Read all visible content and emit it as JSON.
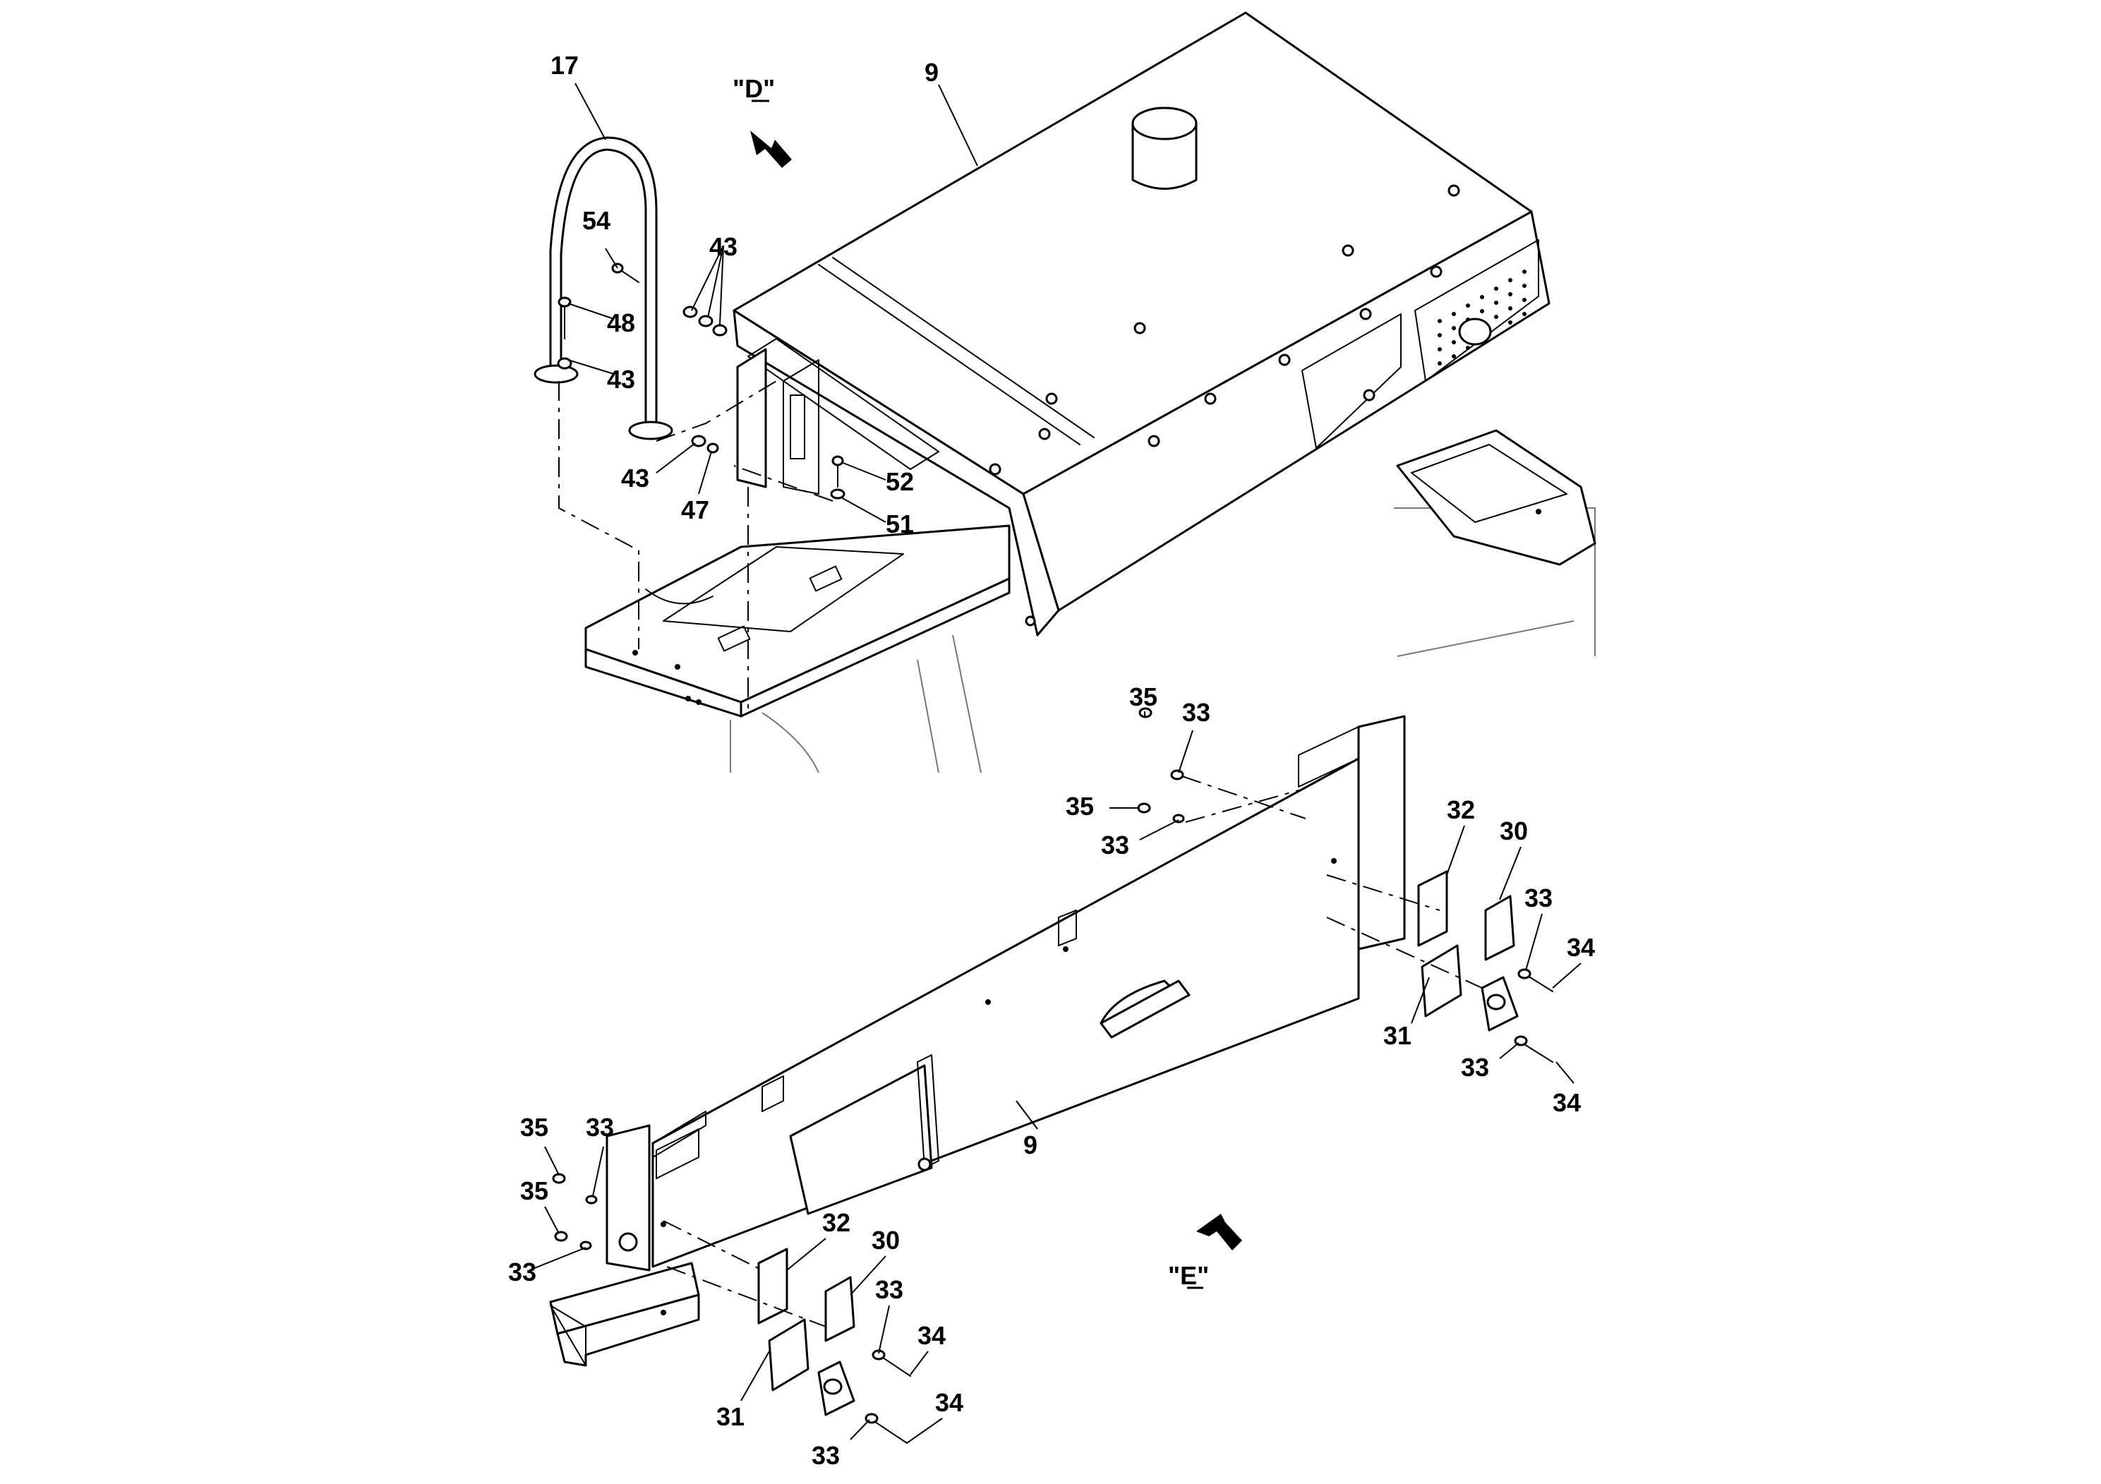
{
  "view_labels": {
    "d": "\"D\"",
    "e": "\"E\""
  },
  "callouts": {
    "c17": "17",
    "c9_top": "9",
    "c54": "54",
    "c43_a": "43",
    "c48": "48",
    "c43_b": "43",
    "c43_c": "43",
    "c47": "47",
    "c52": "52",
    "c51": "51",
    "c35_a": "35",
    "c33_a": "33",
    "c35_b": "35",
    "c33_b": "33",
    "c32_r": "32",
    "c30_r": "30",
    "c33_r1": "33",
    "c34_r1": "34",
    "c31_r": "31",
    "c33_r2": "33",
    "c34_r2": "34",
    "c9_bottom": "9",
    "c35_c": "35",
    "c33_c": "33",
    "c35_d": "35",
    "c33_d": "33",
    "c32_l": "32",
    "c30_l": "30",
    "c33_l1": "33",
    "c34_l1": "34",
    "c31_l": "31",
    "c33_l2": "33",
    "c34_l2": "34"
  },
  "icons": {
    "arrow_d": "view-direction-arrow",
    "arrow_e": "view-direction-arrow"
  }
}
